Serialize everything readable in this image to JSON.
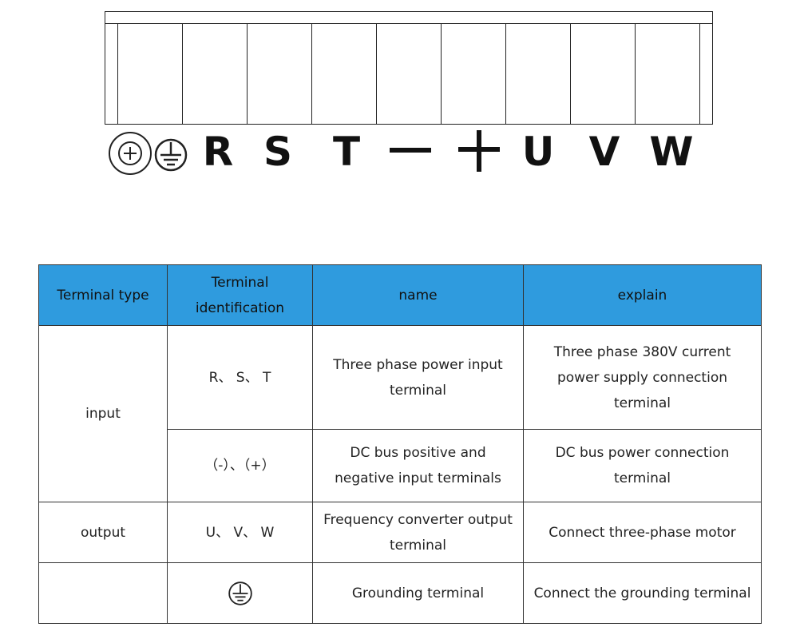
{
  "diagram": {
    "slot_count": 9,
    "terminal_labels": [
      {
        "kind": "symbol",
        "icon": "plus-in-double-circle-icon"
      },
      {
        "kind": "symbol",
        "icon": "ground-icon"
      },
      {
        "kind": "text",
        "text": "R"
      },
      {
        "kind": "text",
        "text": "S"
      },
      {
        "kind": "text",
        "text": "T"
      },
      {
        "kind": "symbol",
        "icon": "minus-icon"
      },
      {
        "kind": "symbol",
        "icon": "plus-icon"
      },
      {
        "kind": "text",
        "text": "U"
      },
      {
        "kind": "text",
        "text": "V"
      },
      {
        "kind": "text",
        "text": "W"
      }
    ]
  },
  "table": {
    "header_color": "#2f9bde",
    "headers": [
      "Terminal type",
      "Terminal identification",
      "name",
      "explain"
    ],
    "rows": [
      {
        "type": "input",
        "id": "R、 S、 T",
        "name": "Three phase power input terminal",
        "explain": "Three phase 380V current power supply connection terminal"
      },
      {
        "type": "",
        "id": "（-）、（+）",
        "name": "DC bus positive and negative input terminals",
        "explain": "DC bus power connection terminal"
      },
      {
        "type": "output",
        "id": "U、 V、 W",
        "name": "Frequency converter output terminal",
        "explain": "Connect three-phase motor"
      },
      {
        "type": "",
        "id_icon": "ground-icon",
        "name": "Grounding terminal",
        "explain": "Connect the grounding terminal"
      }
    ]
  }
}
